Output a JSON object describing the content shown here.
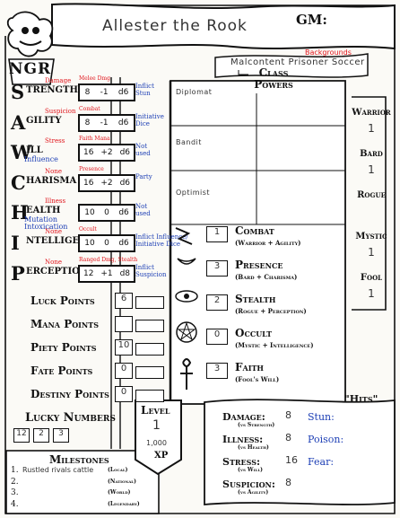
{
  "header": {
    "character_name": "Allester the Rook",
    "gm_label": "GM:",
    "backgrounds_label": "Backgrounds",
    "backgrounds_value": "Malcontent Prisoner Soccer"
  },
  "logo": {
    "text": "NGR"
  },
  "stats": [
    {
      "initial": "S",
      "rest": "TRENGTH",
      "line2": "",
      "note": "Damage",
      "note_sub": "Melee Dmg",
      "value": "8",
      "mod": "-1",
      "die": "d6",
      "side": [
        "Inflict",
        "Stun"
      ]
    },
    {
      "initial": "A",
      "rest": "GILITY",
      "line2": "",
      "note": "Suspicion",
      "note_sub": "Combat",
      "value": "8",
      "mod": "-1",
      "die": "d6",
      "side": [
        "Initiative",
        "Dice"
      ]
    },
    {
      "initial": "W",
      "rest": "ILL",
      "line2": "Influence",
      "note": "Stress",
      "note_sub": "Faith Mana",
      "value": "16",
      "mod": "+2",
      "die": "d6",
      "side": [
        "Not",
        "used"
      ]
    },
    {
      "initial": "C",
      "rest": "HARISMA",
      "line2": "",
      "note": "None",
      "note_sub": "Presence",
      "value": "16",
      "mod": "+2",
      "die": "d6",
      "side": [
        "Party"
      ]
    },
    {
      "initial": "H",
      "rest": "EALTH",
      "line2": "Mutation",
      "note": "Illness",
      "note_sub": "",
      "value": "10",
      "mod": "0",
      "die": "d6",
      "side": [
        "Not",
        "used"
      ],
      "extra": "Intoxication"
    },
    {
      "initial": "I",
      "rest": "NTELLIGENCE",
      "line2": "",
      "note": "None",
      "note_sub": "Occult",
      "value": "10",
      "mod": "0",
      "die": "d6",
      "side": [
        "Inflict Influence/",
        "Initiative Dice"
      ]
    },
    {
      "initial": "P",
      "rest": "ERCEPTION",
      "line2": "",
      "note": "None",
      "note_sub": "Ranged Dmg, Stealth",
      "value": "12",
      "mod": "+1",
      "die": "d8",
      "side": [
        "Inflict",
        "Suspicion"
      ]
    }
  ],
  "points": [
    {
      "label": "Luck Points",
      "value": "6"
    },
    {
      "label": "Mana Points",
      "value": ""
    },
    {
      "label": "Piety Points",
      "value": "10"
    },
    {
      "label": "Fate Points",
      "value": "0"
    },
    {
      "label": "Destiny Points",
      "value": "0"
    }
  ],
  "lucky_numbers": {
    "label": "Lucky Numbers",
    "values": [
      "12",
      "2",
      "3"
    ]
  },
  "class_powers": {
    "title_line1": "Class",
    "title_line2": "Powers",
    "entries": [
      "Diplomat",
      "Bandit",
      "Optimist"
    ]
  },
  "classes": [
    {
      "name": "Warrior",
      "value": "1"
    },
    {
      "name": "Bard",
      "value": "1"
    },
    {
      "name": "Rogue",
      "value": ""
    },
    {
      "name": "Mystic",
      "value": "1"
    },
    {
      "name": "Fool",
      "value": "1"
    }
  ],
  "skills": [
    {
      "name": "Combat",
      "sub": "(Warrior + Agility)",
      "value": "1"
    },
    {
      "name": "Presence",
      "sub": "(Bard + Charisma)",
      "value": "3"
    },
    {
      "name": "Stealth",
      "sub": "(Rogue + Perception)",
      "value": "2"
    },
    {
      "name": "Occult",
      "sub": "(Mystic + Intelligence)",
      "value": "0"
    },
    {
      "name": "Faith",
      "sub": "(Fool's Will)",
      "value": "3"
    }
  ],
  "level": {
    "label": "Level",
    "value": "1",
    "xp_value": "1,000",
    "xp_label": "XP"
  },
  "hits": {
    "title": "\"Hits\"",
    "rows": [
      {
        "name": "Damage:",
        "value": "8",
        "sub": "(vs Strength)",
        "status": "Stun:"
      },
      {
        "name": "Illness:",
        "value": "8",
        "sub": "(vs Health)",
        "status": "Poison:"
      },
      {
        "name": "Stress:",
        "value": "16",
        "sub": "(vs Will)",
        "status": "Fear:"
      },
      {
        "name": "Suspicion:",
        "value": "8",
        "sub": "(vs Agility)",
        "status": ""
      }
    ]
  },
  "milestones": {
    "title": "Milestones",
    "rows": [
      {
        "num": "1.",
        "value": "Rustled rivals cattle",
        "tag": "(Local)"
      },
      {
        "num": "2.",
        "value": "",
        "tag": "(National)"
      },
      {
        "num": "3.",
        "value": "",
        "tag": "(World)"
      },
      {
        "num": "4.",
        "value": "",
        "tag": "(Legendary)"
      }
    ]
  }
}
